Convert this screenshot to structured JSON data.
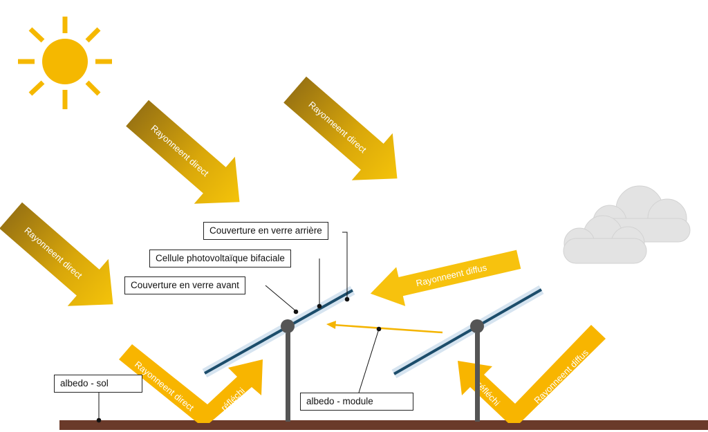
{
  "colors": {
    "sun": "#F5B800",
    "arrow_direct_light": "#F2BE08",
    "arrow_direct_dark": "#9A7412",
    "arrow_reflect": "#F8B500",
    "arrow_diffus": "#F7C20E",
    "glass_edge": "#D6E4F0",
    "cell": "#1C4D6B",
    "post": "#555555",
    "ground": "#6A3A2A",
    "cloud": "#E3E3E3"
  },
  "arrows": {
    "direct": "Rayonneent direct",
    "diffus": "Rayonneent diffus",
    "reflechi": "réfléchi"
  },
  "labels": {
    "rear_glass": "Couverture en verre arrière",
    "bifacial_cell": "Cellule photovoltaïque bifaciale",
    "front_glass": "Couverture en verre avant",
    "albedo_sol": "albedo -  sol",
    "albedo_module": "albedo -  module"
  }
}
